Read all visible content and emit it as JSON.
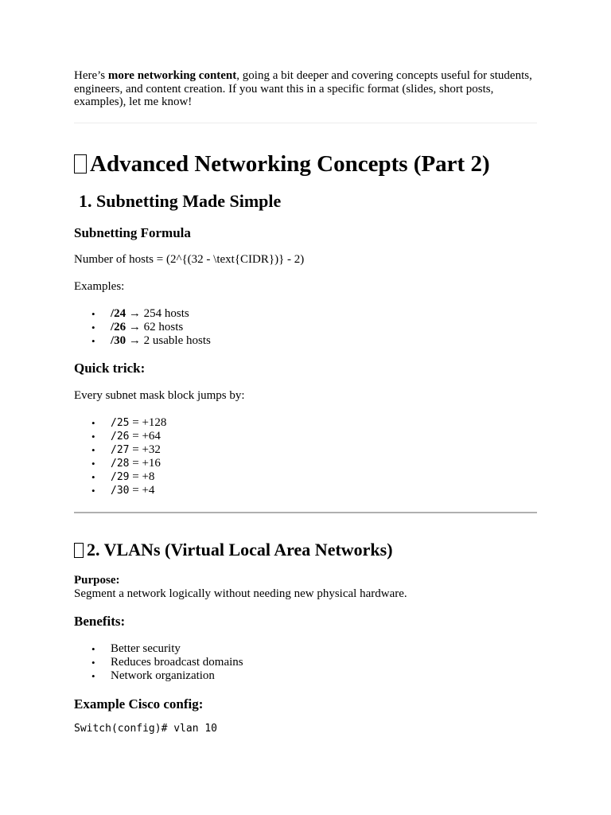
{
  "intro": {
    "lead": "Here’s ",
    "bold": "more networking content",
    "rest": ", going a bit deeper and covering concepts useful for students, engineers, and content creation. If you want this in a specific format (slides, short posts, examples), let me know!"
  },
  "title": "Advanced Networking Concepts (Part 2)",
  "section1": {
    "heading": "1. Subnetting Made Simple",
    "formula_heading": "Subnetting Formula",
    "formula_text": "Number of hosts = (2^{(32 - \\text{CIDR})} - 2)",
    "examples_label": "Examples:",
    "examples": [
      {
        "cidr": "/24",
        "arrow": "→",
        "text": "254 hosts"
      },
      {
        "cidr": "/26",
        "arrow": "→",
        "text": "62 hosts"
      },
      {
        "cidr": "/30",
        "arrow": "→",
        "text": "2 usable hosts"
      }
    ],
    "trick_heading": "Quick trick:",
    "trick_text": "Every subnet mask block jumps by:",
    "jumps": [
      {
        "cidr": "/25",
        "value": " = +128"
      },
      {
        "cidr": "/26",
        "value": " = +64"
      },
      {
        "cidr": "/27",
        "value": " = +32"
      },
      {
        "cidr": "/28",
        "value": " = +16"
      },
      {
        "cidr": "/29",
        "value": " = +8"
      },
      {
        "cidr": "/30",
        "value": " = +4"
      }
    ]
  },
  "section2": {
    "heading": "2. VLANs (Virtual Local Area Networks)",
    "purpose_label": "Purpose:",
    "purpose_text": "Segment a network logically without needing new physical hardware.",
    "benefits_heading": "Benefits:",
    "benefits": [
      "Better security",
      "Reduces broadcast domains",
      "Network organization"
    ],
    "config_heading": "Example Cisco config:",
    "code_line": "Switch(config)# vlan 10"
  },
  "bullet_char": "•"
}
